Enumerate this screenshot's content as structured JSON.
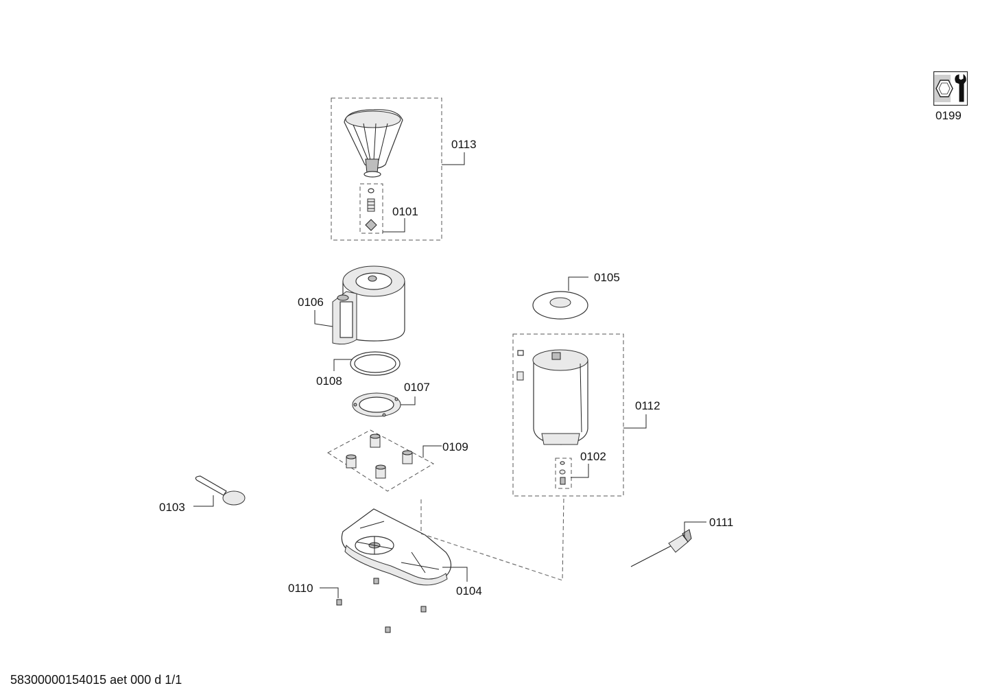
{
  "footer_text": "58300000154015 aet 000 d 1/1",
  "parts": {
    "p0101": "0101",
    "p0102": "0102",
    "p0103": "0103",
    "p0104": "0104",
    "p0105": "0105",
    "p0106": "0106",
    "p0107": "0107",
    "p0108": "0108",
    "p0109": "0109",
    "p0110": "0110",
    "p0111": "0111",
    "p0112": "0112",
    "p0113": "0113",
    "p0199": "0199"
  },
  "icons": {
    "tool_icon": "nut-and-wrench-icon"
  }
}
